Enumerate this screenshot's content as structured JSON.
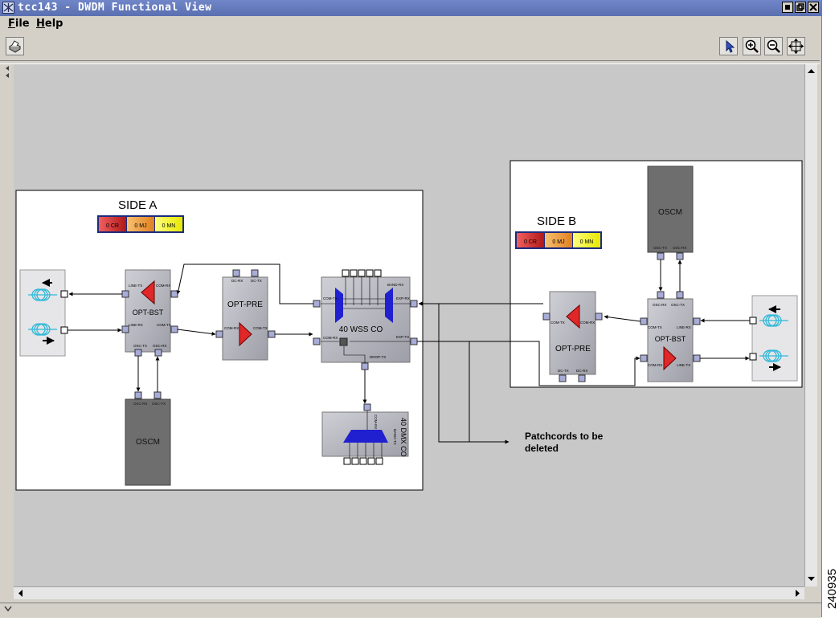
{
  "window": {
    "title": "tcc143 - DWDM Functional View",
    "controls": [
      "minimize",
      "maximize",
      "close"
    ]
  },
  "menu": {
    "items": [
      {
        "label": "File",
        "mnemonic": "F",
        "rest": "ile"
      },
      {
        "label": "Help",
        "mnemonic": "H",
        "rest": "elp"
      }
    ]
  },
  "toolbar": {
    "left_icon": "print-icon",
    "right_icons": [
      "pointer-select-icon",
      "zoom-in-icon",
      "zoom-out-icon",
      "fit-to-window-icon"
    ]
  },
  "diagram": {
    "side_a": {
      "title": "SIDE A",
      "alarms": {
        "critical": "0 CR",
        "major": "0 MJ",
        "minor": "0 MN"
      },
      "cards": {
        "opt_bst": {
          "name": "OPT-BST",
          "ports": {
            "line_tx": "LINE-TX",
            "com_rx": "COM-RX",
            "line_rx": "LINE-RX",
            "com_tx": "COM-TX",
            "osc_tx": "OSC-TX",
            "osc_rx": "OSC-RX"
          }
        },
        "opt_pre": {
          "name": "OPT-PRE",
          "ports": {
            "dc_rx": "DC-RX",
            "dc_tx": "DC-TX",
            "com_rx": "COM-RX",
            "com_tx": "COM-TX"
          }
        },
        "wss": {
          "name": "40 WSS CO",
          "ports": {
            "com_tx": "COM-TX",
            "band_rx": "BAND-RX",
            "exp_rx": "EXP-RX",
            "com_rx": "COM-RX",
            "drop_tx": "DROP-TX",
            "exp_tx": "EXP-TX"
          }
        },
        "dmx": {
          "name": "40 DMX CO",
          "ports": {
            "com_rx": "COM-RX",
            "band_tx": "BAND-TX"
          }
        },
        "oscm": {
          "name": "OSCM",
          "ports": {
            "osc_rx": "OSC-RX",
            "osc_tx": "OSC-TX"
          }
        }
      }
    },
    "side_b": {
      "title": "SIDE B",
      "alarms": {
        "critical": "0 CR",
        "major": "0 MJ",
        "minor": "0 MN"
      },
      "cards": {
        "oscm": {
          "name": "OSCM",
          "ports": {
            "osc_tx": "OSC-TX",
            "osc_rx": "OSC-RX"
          }
        },
        "opt_pre": {
          "name": "OPT-PRE",
          "ports": {
            "com_tx": "COM-TX",
            "com_rx": "COM-RX",
            "dc_tx": "DC-TX",
            "dc_rx": "DC-RX"
          }
        },
        "opt_bst": {
          "name": "OPT-BST",
          "ports": {
            "osc_rx": "OSC-RX",
            "osc_tx": "OSC-TX",
            "com_tx": "COM-TX",
            "line_rx": "LINE-RX",
            "com_rx": "COM-RX",
            "line_tx": "LINE-TX"
          }
        }
      }
    },
    "annotation": {
      "line1": "Patchcords to be",
      "line2": "deleted"
    }
  },
  "figure_id": "240935",
  "colors": {
    "titlebar": "#6078c0",
    "canvas": "#c8c8c8",
    "card": "#b4b4bc",
    "port": "#a8acd8",
    "amplifier": "#e02828",
    "wss_blue": "#2020d0",
    "fiber_cyan": "#30b8d8",
    "alarm_critical": "#e03030",
    "alarm_major": "#f0a040",
    "alarm_minor": "#f0f020",
    "oscm_dark": "#6e6e6e"
  }
}
